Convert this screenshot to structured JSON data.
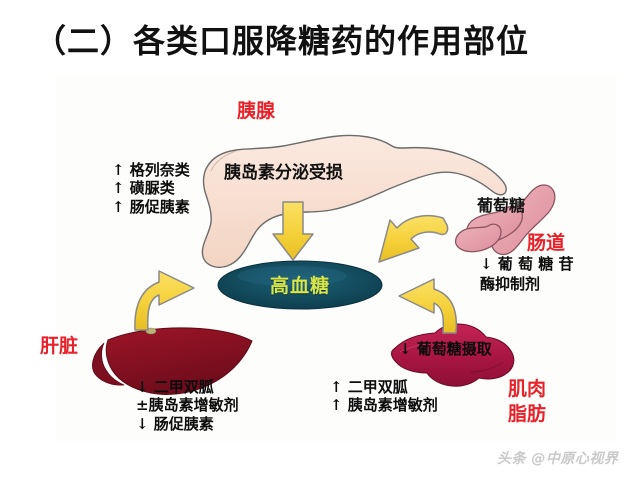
{
  "slide": {
    "title": "（二）各类口服降糖药的作用部位",
    "background_color": "#ffffff",
    "panel_color": "#fdfdfb"
  },
  "colors": {
    "organ_label_red": "#e8222a",
    "pancreas_fill": "#f7ded0",
    "intestine_fill": "#e5a6b0",
    "liver_fill": "#8d1224",
    "muscle_fill": "#b31b4a",
    "hyperglycemia_fill": "#10475a",
    "hyperglycemia_text": "#d7e64a",
    "arrow_fill": "#f5d23c"
  },
  "nodes": {
    "pancreas": {
      "label": "胰腺",
      "organ_text": "胰岛素分泌受损",
      "drugs": [
        "↑ 格列奈类",
        "↑ 磺脲类",
        "↑ 肠促胰素"
      ]
    },
    "intestine": {
      "label": "肠道",
      "organ_text": "葡萄糖",
      "drugs": [
        "↓ 葡 萄 糖 苷",
        "酶抑制剂"
      ]
    },
    "liver": {
      "label": "肝脏",
      "drugs": [
        "↓ 二甲双胍",
        "±胰岛素增敏剂",
        "↓ 肠促胰素"
      ]
    },
    "muscle_fat": {
      "label_line1": "肌肉",
      "label_line2": "脂肪",
      "organ_text": "↓ 葡萄糖摄取",
      "drugs": [
        "↑ 二甲双胍",
        "↑ 胰岛素增敏剂"
      ]
    },
    "hyperglycemia": {
      "label": "高血糖"
    }
  },
  "watermark": {
    "text": "头条 @中原心视界"
  }
}
